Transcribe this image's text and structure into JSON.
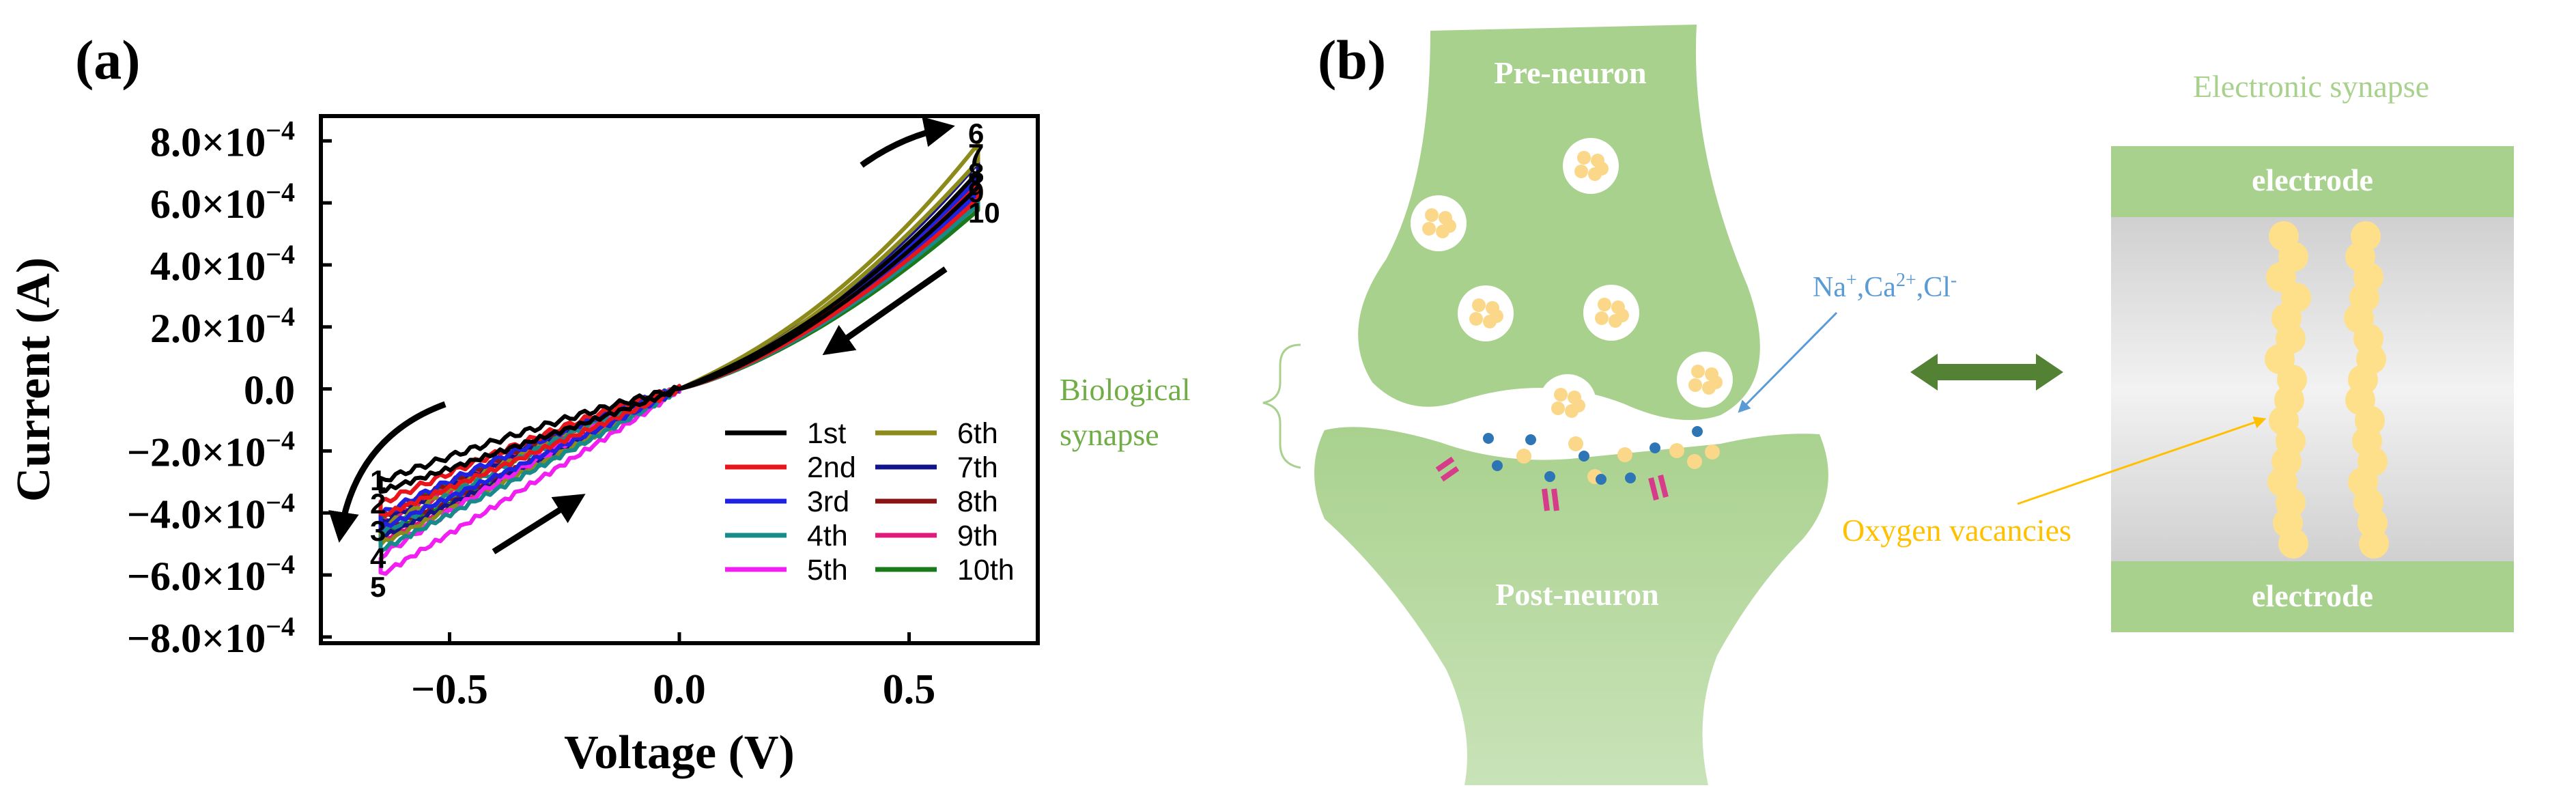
{
  "panel_a": {
    "label": "(a)",
    "chart_data": {
      "type": "line",
      "xlabel": "Voltage (V)",
      "ylabel": "Current (A)",
      "xlim": [
        -0.78,
        0.78
      ],
      "ylim": [
        -0.00082,
        0.00088
      ],
      "x_ticks": [
        {
          "value": -0.5,
          "label": "−0.5"
        },
        {
          "value": 0.0,
          "label": "0.0"
        },
        {
          "value": 0.5,
          "label": "0.5"
        }
      ],
      "y_ticks": [
        {
          "value": 0.0008,
          "mant": "8.0×10",
          "exp": "−4"
        },
        {
          "value": 0.0006,
          "mant": "6.0×10",
          "exp": "−4"
        },
        {
          "value": 0.0004,
          "mant": "4.0×10",
          "exp": "−4"
        },
        {
          "value": 0.0002,
          "mant": "2.0×10",
          "exp": "−4"
        },
        {
          "value": 0.0,
          "mant": "0.0",
          "exp": ""
        },
        {
          "value": -0.0002,
          "mant": "−2.0×10",
          "exp": "−4"
        },
        {
          "value": -0.0004,
          "mant": "−4.0×10",
          "exp": "−4"
        },
        {
          "value": -0.0006,
          "mant": "−6.0×10",
          "exp": "−4"
        },
        {
          "value": -0.0008,
          "mant": "−8.0×10",
          "exp": "−4"
        }
      ],
      "grid": false,
      "legend_position": "bottom-right",
      "series": [
        {
          "name": "1st",
          "color": "#000000",
          "i_max": 0.0007,
          "i_min": -0.00033
        },
        {
          "name": "2nd",
          "color": "#e8151b",
          "i_max": 0.00066,
          "i_min": -0.00041
        },
        {
          "name": "3rd",
          "color": "#1f22e0",
          "i_max": 0.00068,
          "i_min": -0.00045
        },
        {
          "name": "4th",
          "color": "#178a8a",
          "i_max": 0.00064,
          "i_min": -0.00052
        },
        {
          "name": "5th",
          "color": "#f21ff2",
          "i_max": 0.00067,
          "i_min": -0.0006
        },
        {
          "name": "6th",
          "color": "#8c8a1a",
          "i_max": 0.00079,
          "i_min": -0.0005
        },
        {
          "name": "7th",
          "color": "#14148a",
          "i_max": 0.00073,
          "i_min": -0.00048
        },
        {
          "name": "8th",
          "color": "#8a1414",
          "i_max": 0.00068,
          "i_min": -0.00046
        },
        {
          "name": "9th",
          "color": "#e01a78",
          "i_max": 0.00064,
          "i_min": -0.00049
        },
        {
          "name": "10th",
          "color": "#1a7a1a",
          "i_max": 0.00062,
          "i_min": -0.00047
        }
      ],
      "annotations": {
        "left_numbers": [
          "1",
          "2",
          "3",
          "4",
          "5"
        ],
        "right_numbers": [
          "6",
          "7",
          "8",
          "9",
          "10"
        ]
      }
    }
  },
  "panel_b": {
    "label": "(b)",
    "pre_neuron": "Pre-neuron",
    "post_neuron": "Post-neuron",
    "biological_synapse": [
      "Biological",
      "synapse"
    ],
    "ions": "Na+,Ca2+,Cl-",
    "electronic_synapse": "Electronic synapse",
    "electrode_top": "electrode",
    "electrode_bottom": "electrode",
    "oxygen_vacancies": "Oxygen vacancies",
    "colors": {
      "neuron": "#a9d18e",
      "neuron_light": "#c5e0b4",
      "vesicle": "#fbd889",
      "ion": "#2e75b6",
      "receptor": "#d63c8a",
      "electrode": "#a9d18e",
      "arrow": "#548235",
      "ion_label": "#5b9bd5",
      "vacancy_label": "#ffc000"
    }
  }
}
